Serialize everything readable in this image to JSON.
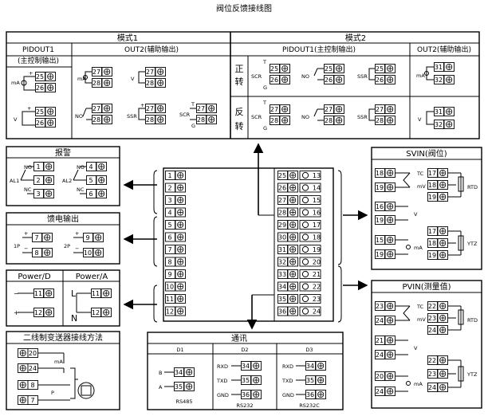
{
  "title": "阀位反馈接线图",
  "mode1": {
    "label": "模式1",
    "pidout1_label": "PIDOUT1",
    "pidout1_sub": "(主控制输出)",
    "out2_label": "OUT2(辅助输出)",
    "mA": "mA",
    "V": "V",
    "NO": "NO",
    "SSR": "SSR",
    "SCR": "SCR",
    "T": "T",
    "G": "G",
    "terms_a": [
      "25",
      "26"
    ],
    "terms_b": [
      "27",
      "28"
    ]
  },
  "mode2": {
    "label": "模式2",
    "pidout1_label": "PIDOUT1(主控制输出)",
    "out2_label": "OUT2(辅助输出)",
    "forward": [
      "正",
      "转"
    ],
    "reverse": [
      "反",
      "转"
    ],
    "SCR": "SCR",
    "NO": "NO",
    "SSR": "SSR",
    "T": "T",
    "G": "G",
    "mA": "mA",
    "V": "V",
    "terms_a": [
      "25",
      "26"
    ],
    "terms_b": [
      "27",
      "28"
    ],
    "terms_c": [
      "31",
      "32"
    ]
  },
  "alarm": {
    "title": "报警",
    "al1": "AL1",
    "al2": "AL2",
    "NO": "NO",
    "NC": "NC",
    "left_terms": [
      "1",
      "2",
      "3"
    ],
    "right_terms": [
      "4",
      "5",
      "6"
    ]
  },
  "feed": {
    "title": "馈电输出",
    "p1": "1P",
    "p2": "2P",
    "terms_left": [
      "7",
      "8"
    ],
    "terms_right": [
      "9",
      "10"
    ]
  },
  "power": {
    "d_title": "Power/D",
    "a_title": "Power/A",
    "L": "L",
    "N": "N",
    "terms": [
      "11",
      "12"
    ]
  },
  "transmitter": {
    "title": "二线制变送器接线方法",
    "mA": "mA",
    "P": "P",
    "terms_top": [
      "20",
      "24"
    ],
    "terms_bottom": [
      "8",
      "7"
    ]
  },
  "center": {
    "left_terms": [
      "1",
      "2",
      "3",
      "4",
      "5",
      "6",
      "7",
      "8",
      "9",
      "10",
      "11",
      "12"
    ],
    "right_left": [
      "25",
      "26",
      "27",
      "28",
      "29",
      "30",
      "31",
      "32",
      "33",
      "34",
      "35",
      "36"
    ],
    "right_right": [
      "13",
      "14",
      "15",
      "16",
      "17",
      "18",
      "19",
      "20",
      "21",
      "22",
      "23",
      "24"
    ]
  },
  "comm": {
    "title": "通讯",
    "d1": "D1",
    "d2": "D2",
    "d3": "D3",
    "rs485": "RS485",
    "rs232": "RS232",
    "rs232c": "RS232C",
    "B": "B",
    "A": "A",
    "RXD": "RXD",
    "TXD": "TXD",
    "GND": "GND",
    "t34": "34",
    "t35": "35",
    "t36": "36"
  },
  "svin": {
    "title": "SVIN(阀位)",
    "TC": "TC",
    "mV": "mV",
    "RTD": "RTD",
    "V": "V",
    "mA": "mA",
    "YTZ": "YTZ",
    "r1": [
      "18",
      "19"
    ],
    "r2": [
      "16",
      "19"
    ],
    "r3": [
      "15",
      "19"
    ],
    "rt1": [
      "17",
      "18",
      "19"
    ],
    "rt2": [
      "17",
      "18",
      "19"
    ]
  },
  "pvin": {
    "title": "PVIN(测量值)",
    "TC": "TC",
    "mV": "mV",
    "RTD": "RTD",
    "V": "V",
    "mA": "mA",
    "YTZ": "YTZ",
    "r1": [
      "23",
      "24"
    ],
    "r2": [
      "21",
      "24"
    ],
    "r3": [
      "20",
      "24"
    ],
    "rt1": [
      "22",
      "23",
      "24"
    ],
    "rt2": [
      "22",
      "23",
      "24"
    ]
  }
}
